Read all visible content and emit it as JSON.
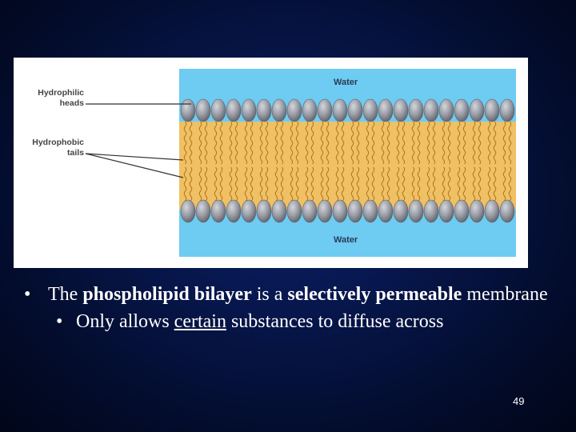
{
  "figure": {
    "label_heads_line1": "Hydrophilic",
    "label_heads_line2": "heads",
    "label_tails_line1": "Hydrophobic",
    "label_tails_line2": "tails",
    "water_top": "Water",
    "water_bottom": "Water",
    "colors": {
      "water": "#6ecbf2",
      "tails": "#f0c065",
      "tail_lines": "#b07818",
      "heads": "#9a9da6"
    }
  },
  "bullet1": {
    "marker": "•",
    "t1": "The ",
    "b1": "phospholipid bilayer",
    "t2": " is a ",
    "b2": "selectively permeable",
    "t3": " membrane"
  },
  "bullet2": {
    "marker": "•",
    "t1": "Only allows ",
    "u1": "certain",
    "t2": " substances to diffuse across"
  },
  "page_number": "49"
}
